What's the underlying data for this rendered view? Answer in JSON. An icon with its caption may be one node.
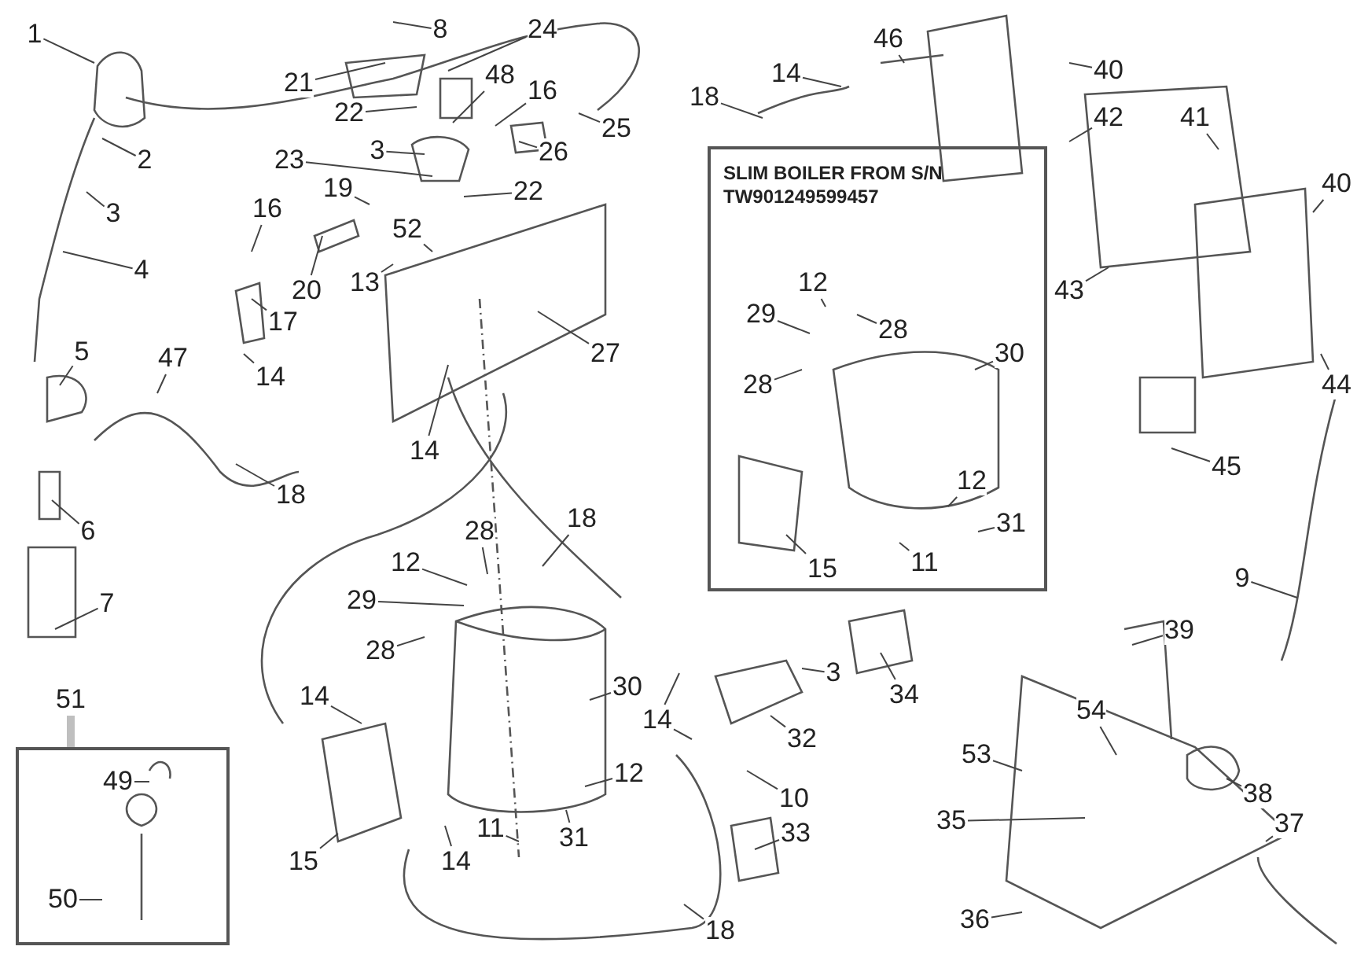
{
  "diagram": {
    "nodes": [
      {
        "text": [
          "1"
        ]
      },
      {
        "text": [
          "2"
        ]
      },
      {
        "text": [
          "3"
        ]
      },
      {
        "text": [
          "4"
        ]
      },
      {
        "text": [
          "5"
        ]
      },
      {
        "text": [
          "6"
        ]
      },
      {
        "text": [
          "7"
        ]
      },
      {
        "text": [
          "21"
        ]
      },
      {
        "text": [
          "8"
        ]
      },
      {
        "text": [
          "24"
        ]
      },
      {
        "text": [
          "48"
        ]
      },
      {
        "text": [
          "16"
        ]
      },
      {
        "text": [
          "25"
        ]
      },
      {
        "text": [
          "26"
        ]
      },
      {
        "text": [
          "22"
        ]
      },
      {
        "text": [
          "3"
        ]
      },
      {
        "text": [
          "23"
        ]
      },
      {
        "text": [
          "22"
        ]
      },
      {
        "text": [
          "19"
        ]
      },
      {
        "text": [
          "16"
        ]
      },
      {
        "text": [
          "20"
        ]
      },
      {
        "text": [
          "52"
        ]
      },
      {
        "text": [
          "13"
        ]
      },
      {
        "text": [
          "17"
        ]
      },
      {
        "text": [
          "14"
        ]
      },
      {
        "text": [
          "47"
        ]
      },
      {
        "text": [
          "27"
        ]
      },
      {
        "text": [
          "14"
        ]
      },
      {
        "text": [
          "18"
        ]
      },
      {
        "text": [
          "18"
        ]
      },
      {
        "text": [
          "12"
        ]
      },
      {
        "text": [
          "28"
        ]
      },
      {
        "text": [
          "29"
        ]
      },
      {
        "text": [
          "28"
        ]
      },
      {
        "text": [
          "30"
        ]
      },
      {
        "text": [
          "14"
        ]
      },
      {
        "text": [
          "14"
        ]
      },
      {
        "text": [
          "12"
        ]
      },
      {
        "text": [
          "31"
        ]
      },
      {
        "text": [
          "11"
        ]
      },
      {
        "text": [
          "15"
        ]
      },
      {
        "text": [
          "14"
        ]
      },
      {
        "text": [
          "18"
        ]
      },
      {
        "text": [
          "51"
        ]
      },
      {
        "text": [],
        "shape": "box"
      },
      {
        "text": [
          "49"
        ],
        "in": 44
      },
      {
        "text": [
          "50"
        ],
        "in": 44
      },
      {
        "text": [
          "18"
        ]
      },
      {
        "text": [
          "14"
        ]
      },
      {
        "text": [
          "46"
        ]
      },
      {
        "text": [
          "40"
        ]
      },
      {
        "text": [
          "42"
        ]
      },
      {
        "text": [
          "41"
        ]
      },
      {
        "text": [
          "40"
        ]
      },
      {
        "text": [
          "43"
        ]
      },
      {
        "text": [
          "44"
        ]
      },
      {
        "text": [
          "45"
        ]
      },
      {
        "text": [
          "SLIM BOILER FROM S/N TW901249599457"
        ]
      },
      {
        "text": [
          "12"
        ],
        "in": 57
      },
      {
        "text": [
          "29"
        ],
        "in": 57
      },
      {
        "text": [
          "28"
        ],
        "in": 57
      },
      {
        "text": [
          "28"
        ],
        "in": 57
      },
      {
        "text": [
          "30"
        ],
        "in": 57
      },
      {
        "text": [
          "12"
        ],
        "in": 57
      },
      {
        "text": [
          "31"
        ],
        "in": 57
      },
      {
        "text": [
          "11"
        ],
        "in": 57
      },
      {
        "text": [
          "15"
        ],
        "in": 57
      },
      {
        "text": [
          "34"
        ]
      },
      {
        "text": [
          "3"
        ]
      },
      {
        "text": [
          "32"
        ]
      },
      {
        "text": [
          "10"
        ]
      },
      {
        "text": [
          "33"
        ]
      },
      {
        "text": [
          "9"
        ]
      },
      {
        "text": [
          "39"
        ]
      },
      {
        "text": [
          "54"
        ]
      },
      {
        "text": [
          "53"
        ]
      },
      {
        "text": [
          "38"
        ]
      },
      {
        "text": [
          "35"
        ]
      },
      {
        "text": [
          "37"
        ]
      },
      {
        "text": [
          "36"
        ]
      }
    ],
    "edges": [
      {
        "from": 0,
        "to": null,
        "arrow": "none"
      },
      {
        "from": 1,
        "to": null,
        "arrow": "none"
      },
      {
        "from": 2,
        "to": null,
        "arrow": "none"
      },
      {
        "from": 3,
        "to": null,
        "arrow": "none"
      },
      {
        "from": 4,
        "to": null,
        "arrow": "none"
      },
      {
        "from": 5,
        "to": null,
        "arrow": "none"
      },
      {
        "from": 6,
        "to": null,
        "arrow": "none"
      },
      {
        "from": 7,
        "to": null,
        "arrow": "none"
      },
      {
        "from": 8,
        "to": null,
        "arrow": "none"
      },
      {
        "from": 9,
        "to": null,
        "arrow": "none"
      },
      {
        "from": 10,
        "to": null,
        "arrow": "none"
      },
      {
        "from": 11,
        "to": null,
        "arrow": "none"
      },
      {
        "from": 12,
        "to": null,
        "arrow": "none"
      },
      {
        "from": 13,
        "to": null,
        "arrow": "none"
      },
      {
        "from": 14,
        "to": null,
        "arrow": "none"
      },
      {
        "from": 15,
        "to": null,
        "arrow": "none"
      },
      {
        "from": 16,
        "to": null,
        "arrow": "none"
      },
      {
        "from": 17,
        "to": null,
        "arrow": "none"
      },
      {
        "from": 18,
        "to": null,
        "arrow": "none"
      },
      {
        "from": 19,
        "to": null,
        "arrow": "none"
      },
      {
        "from": 20,
        "to": null,
        "arrow": "none"
      },
      {
        "from": 21,
        "to": null,
        "arrow": "none"
      },
      {
        "from": 22,
        "to": null,
        "arrow": "none"
      },
      {
        "from": 23,
        "to": null,
        "arrow": "none"
      },
      {
        "from": 24,
        "to": null,
        "arrow": "none"
      },
      {
        "from": 25,
        "to": null,
        "arrow": "none"
      },
      {
        "from": 26,
        "to": null,
        "arrow": "none"
      },
      {
        "from": 27,
        "to": null,
        "arrow": "none"
      },
      {
        "from": 28,
        "to": null,
        "arrow": "none"
      },
      {
        "from": 29,
        "to": null,
        "arrow": "none"
      },
      {
        "from": 30,
        "to": null,
        "arrow": "none"
      },
      {
        "from": 31,
        "to": null,
        "arrow": "none"
      },
      {
        "from": 32,
        "to": null,
        "arrow": "none"
      },
      {
        "from": 33,
        "to": null,
        "arrow": "none"
      },
      {
        "from": 34,
        "to": null,
        "arrow": "none"
      },
      {
        "from": 35,
        "to": null,
        "arrow": "none"
      },
      {
        "from": 36,
        "to": null,
        "arrow": "none"
      },
      {
        "from": 36,
        "to": null,
        "arrow": "none"
      },
      {
        "from": 37,
        "to": null,
        "arrow": "none"
      },
      {
        "from": 38,
        "to": null,
        "arrow": "none"
      },
      {
        "from": 39,
        "to": null,
        "arrow": "none"
      },
      {
        "from": 40,
        "to": null,
        "arrow": "none"
      },
      {
        "from": 41,
        "to": null,
        "arrow": "none"
      },
      {
        "from": 42,
        "to": null,
        "arrow": "none"
      },
      {
        "from": 43,
        "to": 44,
        "arrow": "none",
        "style": "thick",
        "color": "#bfbfbf"
      },
      {
        "from": 45,
        "to": null,
        "arrow": "none"
      },
      {
        "from": 46,
        "to": null,
        "arrow": "none"
      },
      {
        "from": 47,
        "to": null,
        "arrow": "none"
      },
      {
        "from": 48,
        "to": null,
        "arrow": "none"
      },
      {
        "from": 49,
        "to": null,
        "arrow": "none"
      },
      {
        "from": 50,
        "to": null,
        "arrow": "none"
      },
      {
        "from": 51,
        "to": null,
        "arrow": "none"
      },
      {
        "from": 52,
        "to": null,
        "arrow": "none"
      },
      {
        "from": 53,
        "to": null,
        "arrow": "none"
      },
      {
        "from": 54,
        "to": null,
        "arrow": "none"
      },
      {
        "from": 55,
        "to": null,
        "arrow": "none"
      },
      {
        "from": 56,
        "to": null,
        "arrow": "none"
      },
      {
        "from": 58,
        "to": null,
        "arrow": "none"
      },
      {
        "from": 59,
        "to": null,
        "arrow": "none"
      },
      {
        "from": 60,
        "to": null,
        "arrow": "none"
      },
      {
        "from": 61,
        "to": null,
        "arrow": "none"
      },
      {
        "from": 62,
        "to": null,
        "arrow": "none"
      },
      {
        "from": 63,
        "to": null,
        "arrow": "none"
      },
      {
        "from": 64,
        "to": null,
        "arrow": "none"
      },
      {
        "from": 65,
        "to": null,
        "arrow": "none"
      },
      {
        "from": 66,
        "to": null,
        "arrow": "none"
      },
      {
        "from": 67,
        "to": null,
        "arrow": "none"
      },
      {
        "from": 68,
        "to": null,
        "arrow": "none"
      },
      {
        "from": 69,
        "to": null,
        "arrow": "none"
      },
      {
        "from": 70,
        "to": null,
        "arrow": "none"
      },
      {
        "from": 71,
        "to": null,
        "arrow": "none"
      },
      {
        "from": 72,
        "to": null,
        "arrow": "none"
      },
      {
        "from": 73,
        "to": null,
        "arrow": "none"
      },
      {
        "from": 74,
        "to": null,
        "arrow": "none"
      },
      {
        "from": 75,
        "to": null,
        "arrow": "none"
      },
      {
        "from": 76,
        "to": null,
        "arrow": "none"
      },
      {
        "from": 77,
        "to": null,
        "arrow": "none"
      },
      {
        "from": 78,
        "to": null,
        "arrow": "none"
      },
      {
        "from": 79,
        "to": null,
        "arrow": "none"
      }
    ]
  }
}
